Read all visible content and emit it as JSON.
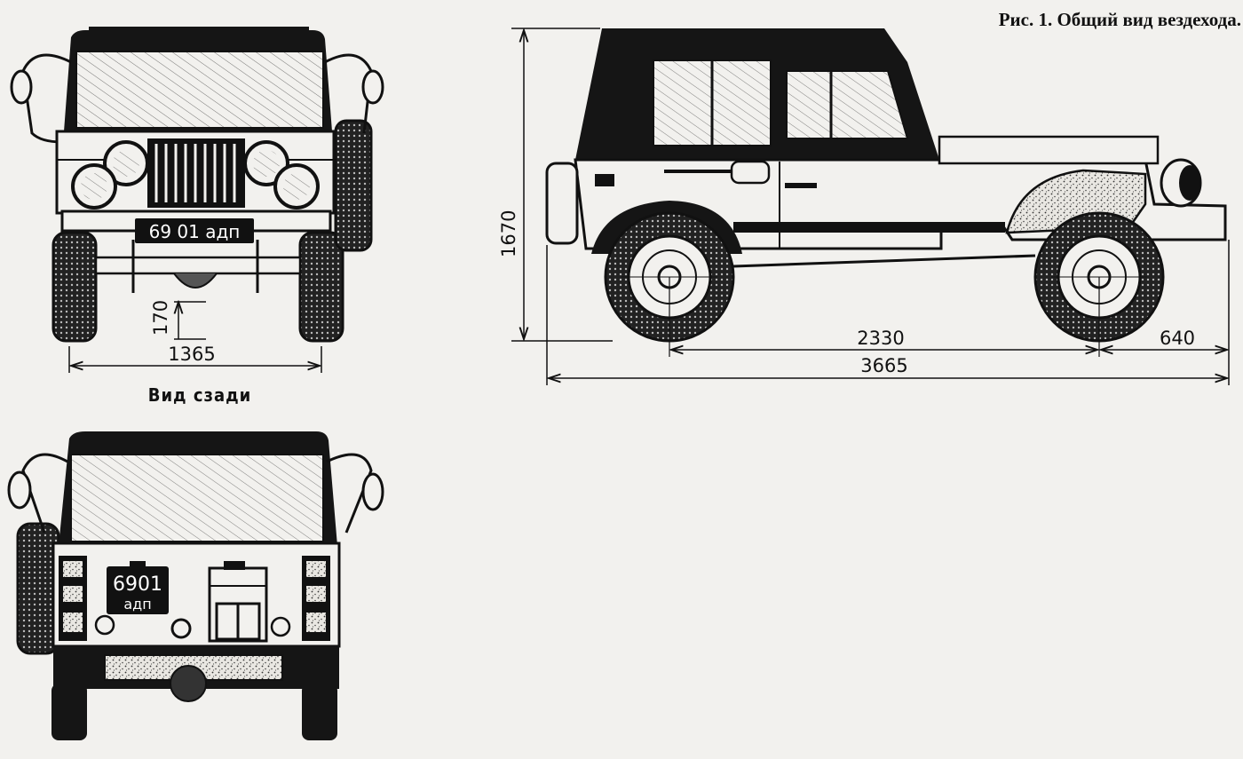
{
  "figure": {
    "caption": "Рис. 1. Общий вид вездехода.",
    "rear_view_label": "Вид сзади"
  },
  "dimensions": {
    "height": "1670",
    "wheelbase": "2330",
    "rear_overhang": "640",
    "total_length": "3665",
    "track_width": "1365",
    "ground_clearance": "170"
  },
  "plates": {
    "front": "69 01 адп",
    "rear_number": "6901",
    "rear_letters": "адп"
  },
  "colors": {
    "ink": "#111111",
    "paper": "#f2f1ee"
  }
}
